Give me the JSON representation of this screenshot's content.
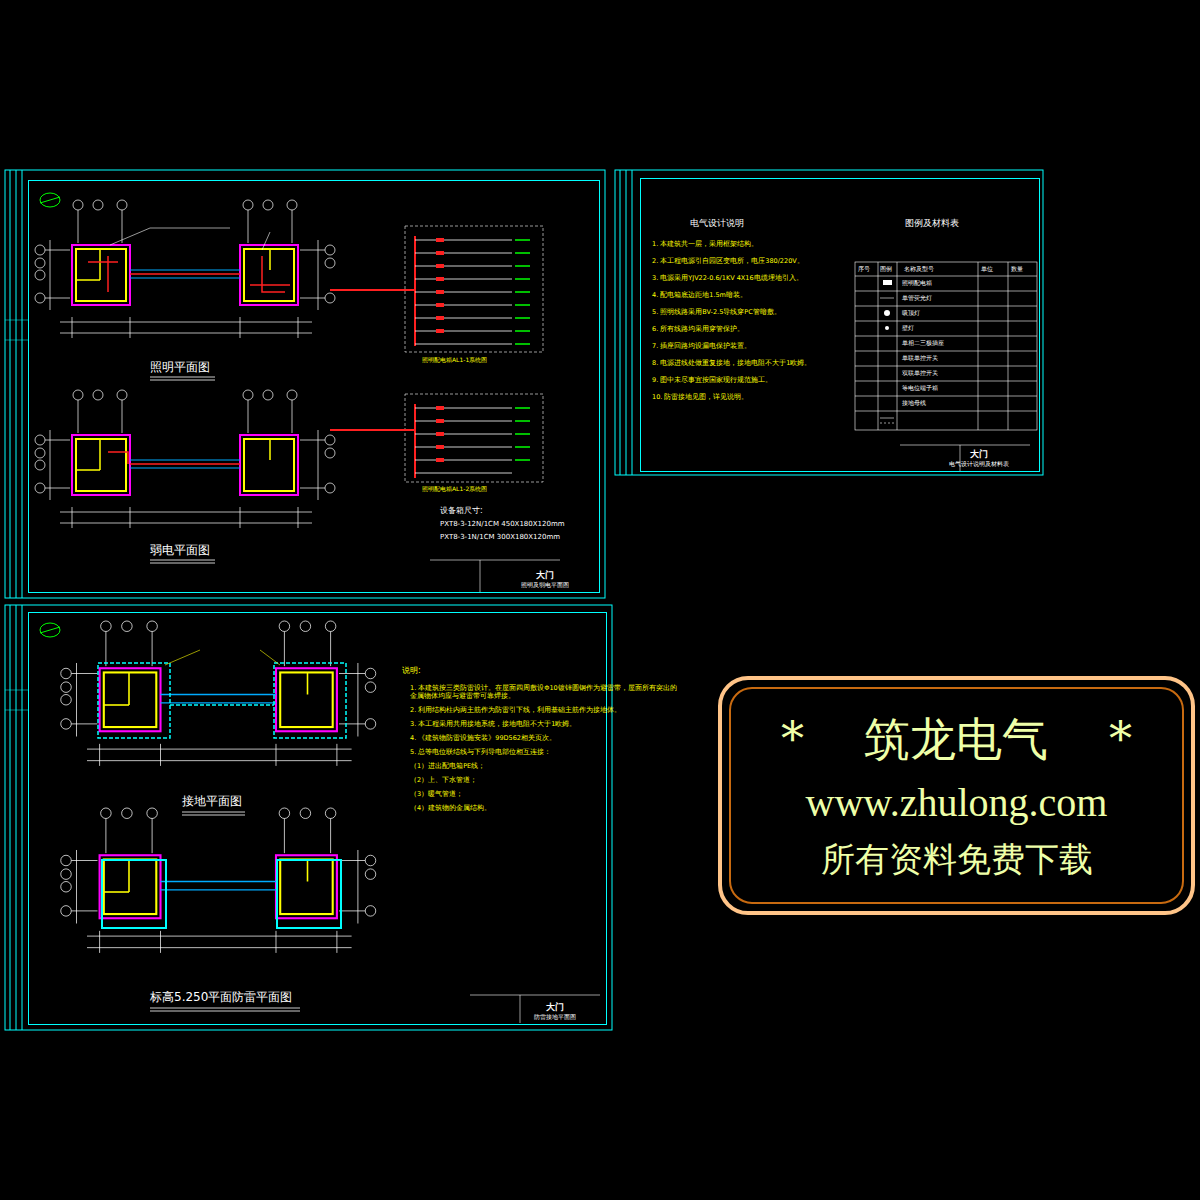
{
  "diagram": {
    "nodes": [
      {
        "text": [
          "大门",
          "照明及弱电平面图"
        ]
      },
      {
        "text": [
          "大门",
          "电气设计说明及材料表"
        ]
      },
      {
        "text": [
          "大门",
          "防雷接地平面图"
        ]
      },
      {
        "text": [
          "* 筑龙电气 *",
          "www.zhulong.com",
          "所有资料免费下载"
        ]
      }
    ],
    "labels": [
      "照明平面图",
      "弱电平面图",
      "照明配电箱AL1-1系统图",
      "照明配电箱AL1-2系统图",
      "设备箱尺寸:",
      "PXT8-3-12N/1CM 450X180X120mm",
      "PXT8-3-1N/1CM 300X180X120mm",
      "电气设计说明",
      "图例及材料表",
      "1. 本建筑共一层，采用框架结构。",
      "2. 本工程电源引自园区变电所，电压380/220V。",
      "3. 电源采用YJV22-0.6/1KV 4X16电缆埋地引入。",
      "4. 配电箱底边距地1.5m暗装。",
      "5. 照明线路采用BV-2.5导线穿PC管暗敷。",
      "6. 所有线路均采用穿管保护。",
      "7. 插座回路均设漏电保护装置。",
      "8. 电源进线处做重复接地，接地电阻不大于1欧姆。",
      "9. 图中未尽事宜按国家现行规范施工。",
      "10. 防雷接地见图，详见说明。",
      "序号",
      "图例",
      "名称及型号",
      "单位",
      "数量",
      "照明配电箱",
      "单管荧光灯",
      "吸顶灯",
      "壁灯",
      "单相二三极插座",
      "单联单控开关",
      "双联单控开关",
      "等电位端子箱",
      "接地母线",
      "接地平面图",
      "标高5.250平面防雷平面图",
      "说明:",
      "1. 本建筑按三类防雷设计。在屋面四周敷设Φ10镀锌圆钢作为避雷带，屋面所有突出的金属物体均应与避雷带可靠焊接。",
      "2. 利用结构柱内两主筋作为防雷引下线，利用基础主筋作为接地体。",
      "3. 本工程采用共用接地系统，接地电阻不大于1欧姆。",
      "4. 《建筑物防雷设施安装》99D562相关页次。",
      "5. 总等电位联结线与下列导电部位相互连接：",
      "（1）进出配电箱PE线；",
      "（2）上、下水管道；",
      "（3）暖气管道；",
      "（4）建筑物的金属结构。"
    ]
  }
}
